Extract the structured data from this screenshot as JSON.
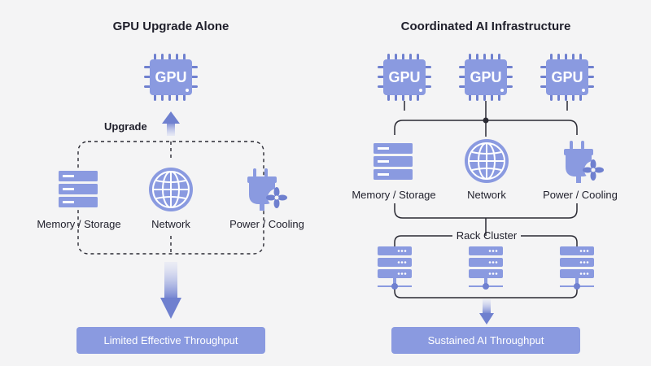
{
  "left": {
    "title": "GPU Upgrade Alone",
    "gpu_label": "GPU",
    "upgrade_label": "Upgrade",
    "components": {
      "memory": "Memory / Storage",
      "network": "Network",
      "power": "Power / Cooling"
    },
    "result": "Limited Effective Throughput"
  },
  "right": {
    "title": "Coordinated AI Infrastructure",
    "gpu_labels": [
      "GPU",
      "GPU",
      "GPU"
    ],
    "components": {
      "memory": "Memory / Storage",
      "network": "Network",
      "power": "Power / Cooling"
    },
    "rack_label": "Rack Cluster",
    "result": "Sustained AI Throughput"
  },
  "colors": {
    "icon": "#8a9ae0",
    "icon_dark": "#6f80cf",
    "line": "#2a2a33",
    "pill": "#8a9ae0"
  }
}
